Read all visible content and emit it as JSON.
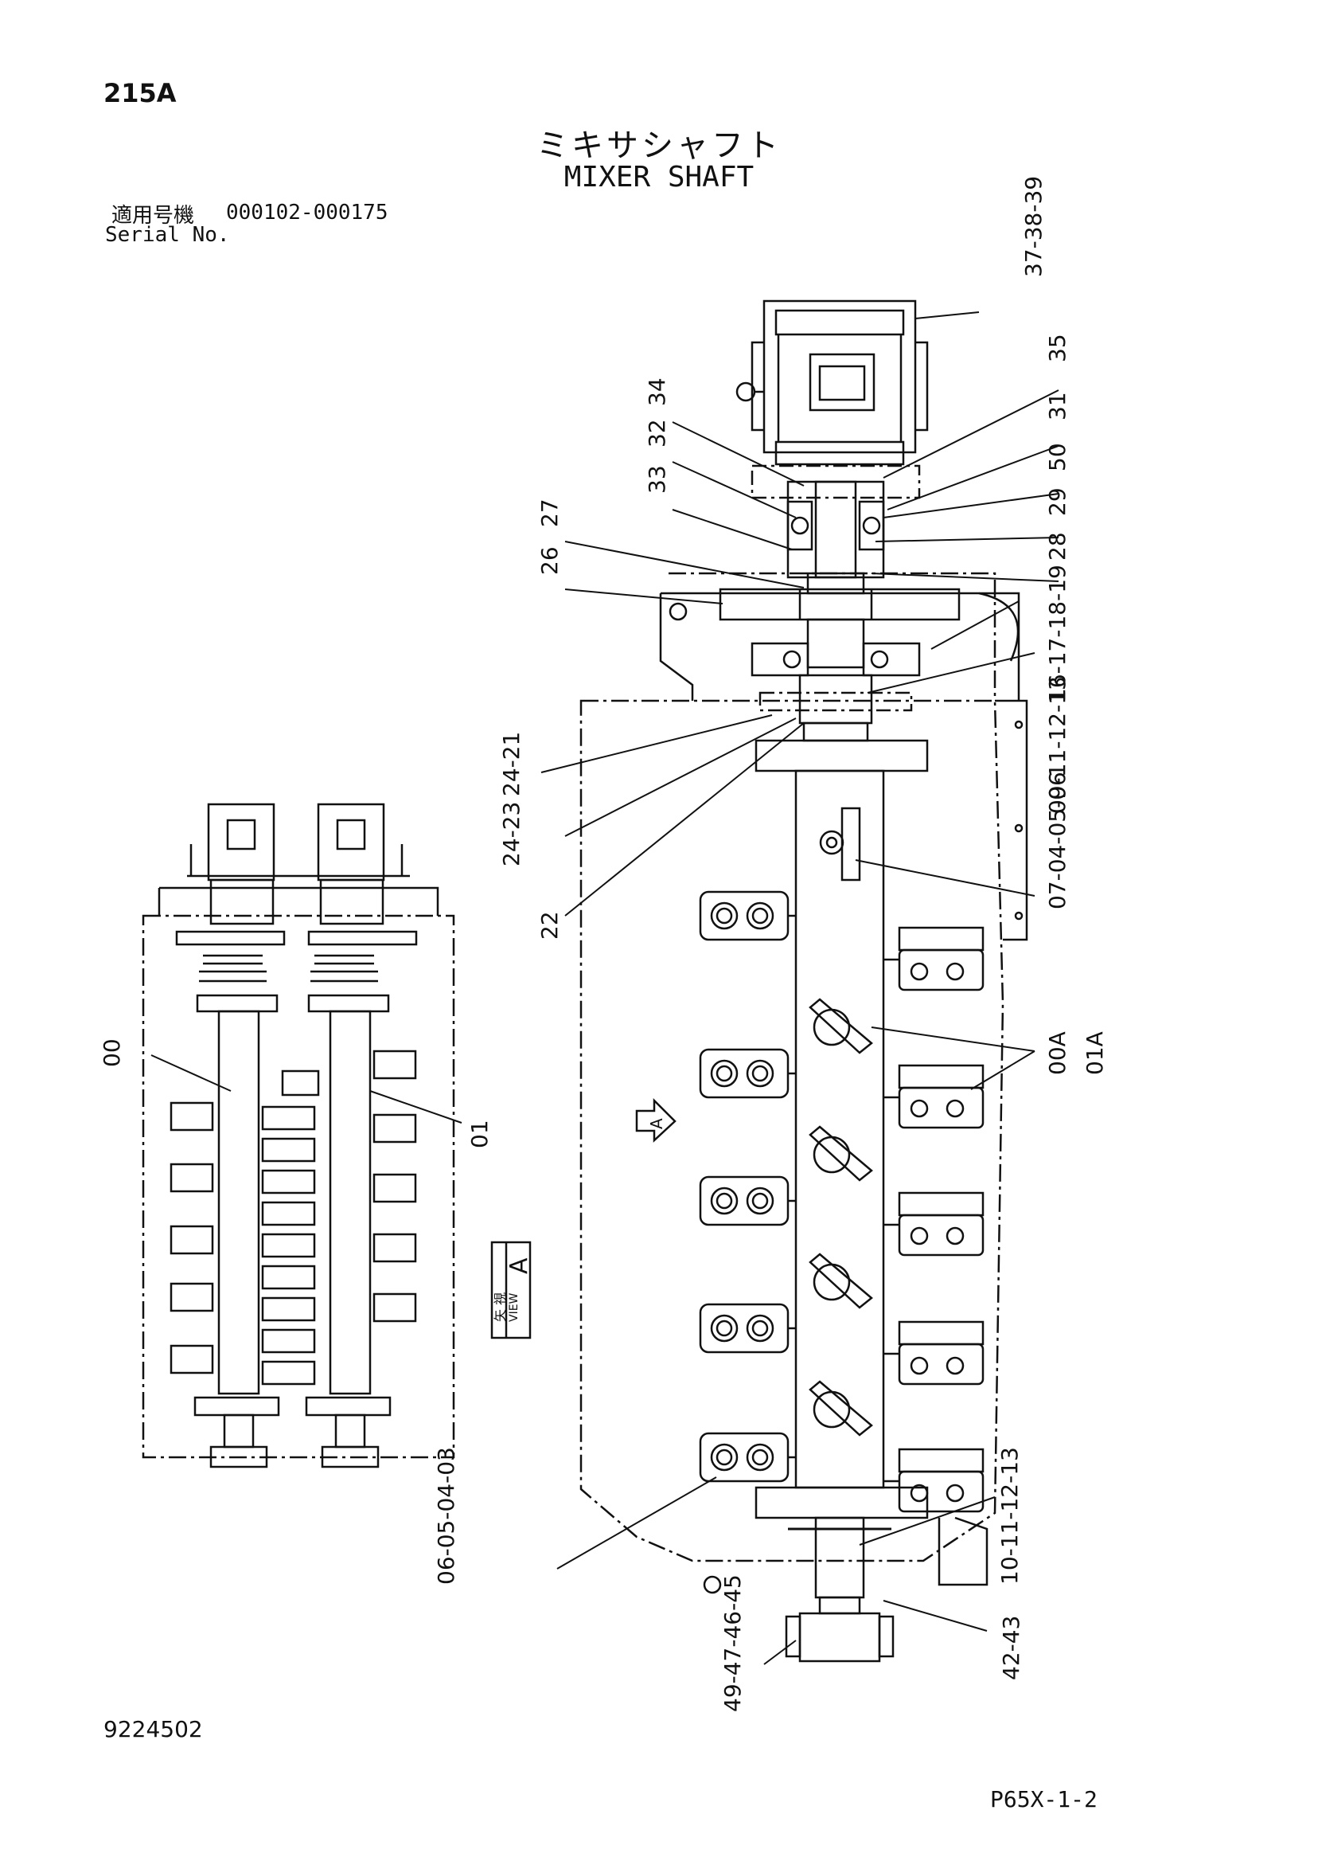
{
  "header": {
    "page_code": "215A",
    "title_ja": "ミキサシャフト",
    "title_en": "MIXER SHAFT",
    "serial_label_ja": "適用号機",
    "serial_range": "000102-000175",
    "serial_label_en": "Serial No."
  },
  "footer": {
    "drawing_number": "9224502",
    "sheet_number": "P65X-1-2"
  },
  "view": {
    "view_ja": "矢 視",
    "view_en": "VIEW",
    "view_letter": "A",
    "arrow_letter": "A"
  },
  "callouts": {
    "c37_38_39": "37-38-39",
    "c35": "35",
    "c31": "31",
    "c50": "50",
    "c29": "29",
    "c28": "28",
    "c16_19": "16-17-18-19",
    "c09_13": "09-11-12-13",
    "c34": "34",
    "c32": "32",
    "c33": "33",
    "c27": "27",
    "c26": "26",
    "c24_21": "24-21",
    "c24_23": "24-23",
    "c22": "22",
    "c07_06": "07-04-05-06",
    "c00A": "00A",
    "c01A": "01A",
    "c00": "00",
    "c01": "01",
    "c10_13": "10-11-12-13",
    "c06_03": "06-05-04-03",
    "c42_43": "42-43",
    "c49_45": "49-47-46-45"
  }
}
